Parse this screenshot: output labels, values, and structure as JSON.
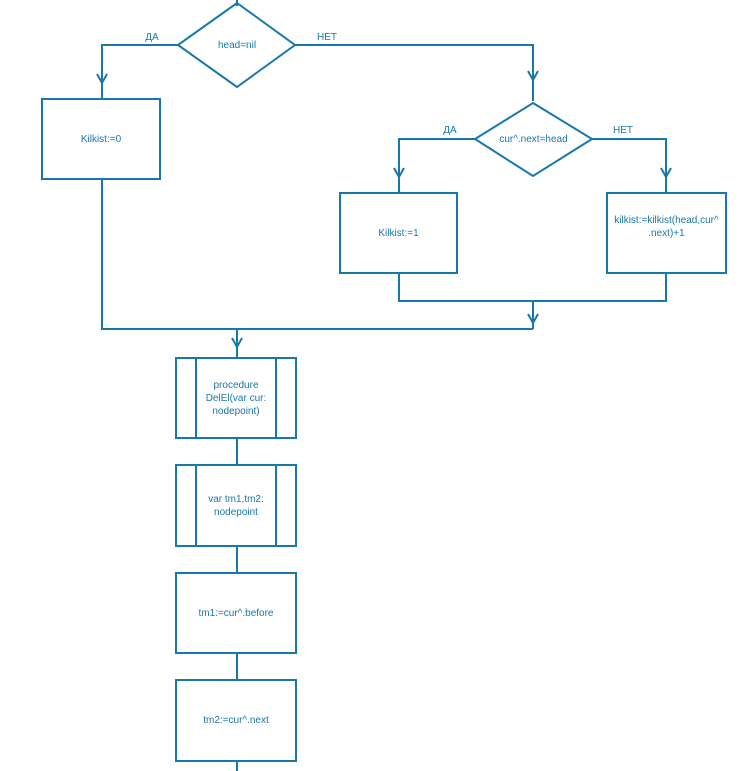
{
  "diagram": {
    "background_color": "#ffffff",
    "stroke_color": "#1878ab",
    "text_color": "#1878ab",
    "nodes": {
      "decision_head": {
        "type": "decision",
        "lines": [
          "head=nil"
        ]
      },
      "process_kilkist0": {
        "type": "process",
        "lines": [
          "Kilkist:=0"
        ]
      },
      "decision_curnext": {
        "type": "decision",
        "lines": [
          "cur^.next=head"
        ]
      },
      "process_kilkist1": {
        "type": "process",
        "lines": [
          "Kilkist:=1"
        ]
      },
      "process_kilkist_rec": {
        "type": "process",
        "lines": [
          "kilkist:=kilkist(head,cur^",
          ".next)+1"
        ]
      },
      "predefined_procedure": {
        "type": "predefined-process",
        "lines": [
          "procedure",
          "DelEl(var cur:",
          "nodepoint)"
        ]
      },
      "predefined_var": {
        "type": "predefined-process",
        "lines": [
          "var tm1,tm2:",
          "nodepoint"
        ]
      },
      "process_tm1": {
        "type": "process",
        "lines": [
          "tm1:=cur^.before"
        ]
      },
      "process_tm2": {
        "type": "process",
        "lines": [
          "tm2:=cur^.next"
        ]
      }
    },
    "edge_labels": {
      "head_yes": "ДА",
      "head_no": "НЕТ",
      "curnext_yes": "ДА",
      "curnext_no": "НЕТ"
    }
  }
}
